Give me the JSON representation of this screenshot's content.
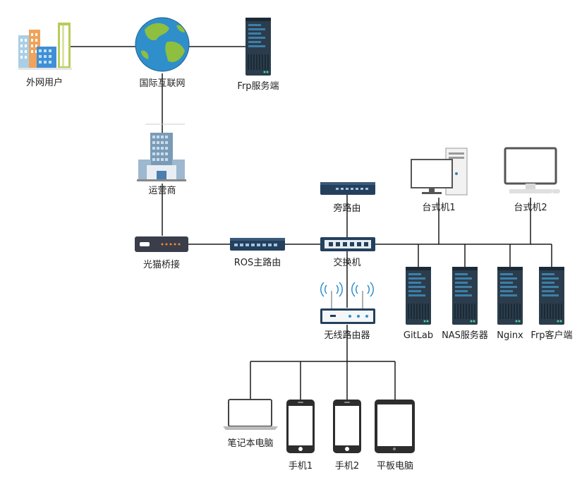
{
  "colors": {
    "line": "#1a1a1a",
    "server_body": "#2b3d4c",
    "server_accent": "#3d7fa8",
    "globe_ocean": "#2f8fcb",
    "globe_land": "#8fbf3f",
    "router_body": "#24405c"
  },
  "nodes": {
    "external_users": "外网用户",
    "internet": "国际互联网",
    "frp_server": "Frp服务端",
    "isp": "运营商",
    "modem_bridge": "光猫桥接",
    "ros_main_router": "ROS主路由",
    "switch": "交换机",
    "bypass_router": "旁路由",
    "desktop1": "台式机1",
    "desktop2": "台式机2",
    "gitlab": "GitLab",
    "nas_server": "NAS服务器",
    "nginx": "Nginx",
    "frp_client": "Frp客户端",
    "wireless_router": "无线路由器",
    "laptop": "笔记本电脑",
    "phone1": "手机1",
    "phone2": "手机2",
    "tablet": "平板电脑"
  }
}
